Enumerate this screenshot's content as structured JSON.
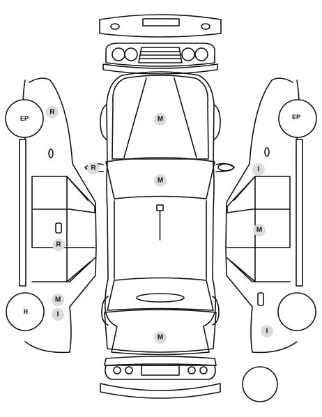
{
  "tire_labels": {
    "front_left": "EP",
    "front_right": "EP",
    "rear_left": "R"
  },
  "markers": [
    {
      "id": "hood",
      "code": "M"
    },
    {
      "id": "windshield",
      "code": "M"
    },
    {
      "id": "trunk",
      "code": "M"
    },
    {
      "id": "left-mirror",
      "code": "R"
    },
    {
      "id": "left-front-fender",
      "code": "R"
    },
    {
      "id": "left-door-split",
      "code": "R"
    },
    {
      "id": "left-rear-quarter-m",
      "code": "M"
    },
    {
      "id": "left-rear-quarter-i",
      "code": "I"
    },
    {
      "id": "right-front-fender",
      "code": "I"
    },
    {
      "id": "right-door-handle",
      "code": "M"
    },
    {
      "id": "right-rear-quarter",
      "code": "I"
    }
  ]
}
